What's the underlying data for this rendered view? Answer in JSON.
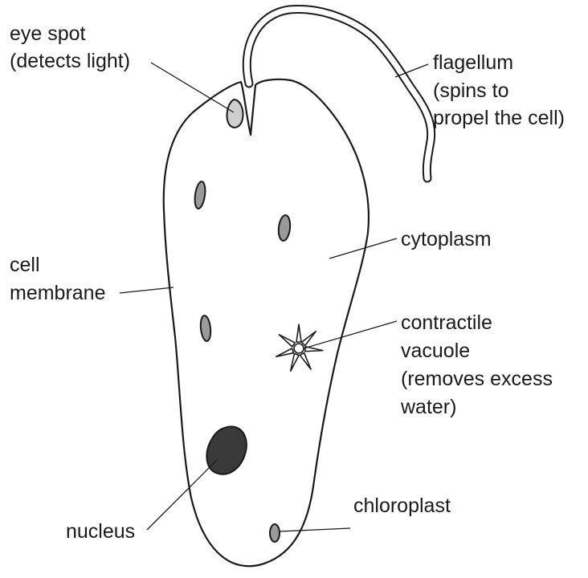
{
  "colors": {
    "outline": "#1a1a1a",
    "eyespot_fill": "#cfcfcf",
    "chloroplast_fill": "#9a9a9a",
    "nucleus_fill": "#3a3a3a",
    "vacuole_fill": "#ffffff"
  },
  "labels": {
    "eye_spot": [
      "eye spot",
      "(detects light)"
    ],
    "flagellum": [
      "flagellum",
      "(spins to",
      "propel the cell)"
    ],
    "cytoplasm": [
      "cytoplasm"
    ],
    "cell_membrane": [
      "cell",
      "membrane"
    ],
    "contractile_vacuole": [
      "contractile",
      "vacuole",
      "(removes excess",
      "water)"
    ],
    "nucleus": [
      "nucleus"
    ],
    "chloroplast": [
      "chloroplast"
    ]
  }
}
